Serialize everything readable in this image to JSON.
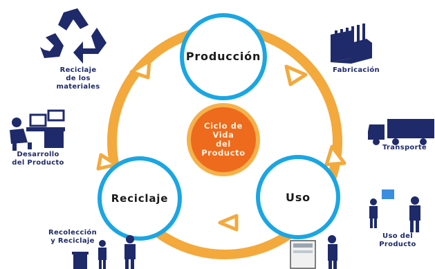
{
  "diagram": {
    "center_label": [
      "Ciclo de",
      "Vida",
      "del",
      "Producto"
    ],
    "stages": {
      "produccion": "Producción",
      "uso": "Uso",
      "reciclaje": "Reciclaje"
    },
    "side_labels": {
      "reciclaje_materiales": [
        "Reciclaje",
        "de los",
        "materiales"
      ],
      "fabricacion": "Fabricación",
      "transporte": "Transporte",
      "desarrollo": [
        "Desarrollo",
        "del Producto"
      ],
      "uso_producto": [
        "Uso del",
        "Producto"
      ],
      "recoleccion": [
        "Recolección",
        "y Reciclaje"
      ]
    },
    "icons": [
      "recycle-icon",
      "factory-icon",
      "truck-icon",
      "office-worker-icon",
      "presentation-icon",
      "copier-icon",
      "trash-bin-icon",
      "people-icon"
    ],
    "colors": {
      "ring": "#f3a93c",
      "node_border": "#1aa6e3",
      "center_fill": "#ee6a1d",
      "icon_navy": "#1f2a6b",
      "label_navy": "#1f2a6b"
    }
  }
}
